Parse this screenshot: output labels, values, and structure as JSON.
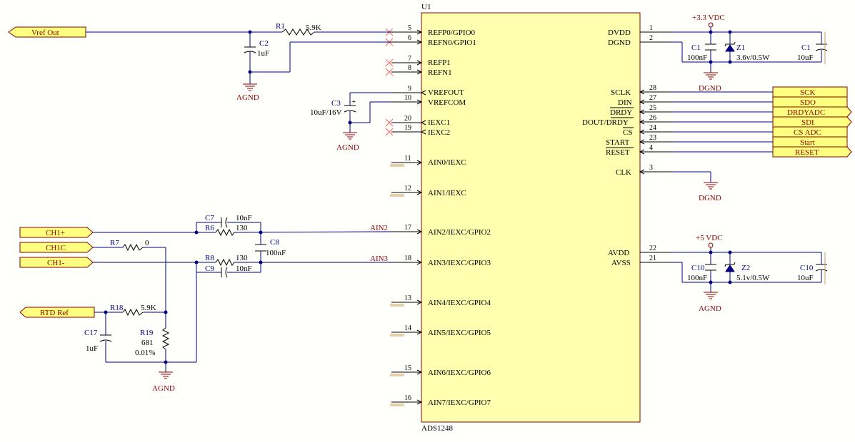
{
  "ic": {
    "designator": "U1",
    "part": "ADS1248",
    "left_pins": [
      {
        "num": "5",
        "label": "REFP0/GPIO0"
      },
      {
        "num": "6",
        "label": "REFN0/GPIO1"
      },
      {
        "num": "7",
        "label": "REFP1"
      },
      {
        "num": "8",
        "label": "REFN1"
      },
      {
        "num": "9",
        "label": "VREFOUT"
      },
      {
        "num": "10",
        "label": "VREFCOM"
      },
      {
        "num": "20",
        "label": "IEXC1"
      },
      {
        "num": "19",
        "label": "IEXC2"
      },
      {
        "num": "11",
        "label": "AIN0/IEXC"
      },
      {
        "num": "12",
        "label": "AIN1/IEXC"
      },
      {
        "num": "17",
        "label": "AIN2/IEXC/GPIO2"
      },
      {
        "num": "18",
        "label": "AIN3/IEXC/GPIO3"
      },
      {
        "num": "13",
        "label": "AIN4/IEXC/GPIO4"
      },
      {
        "num": "14",
        "label": "AIN5/IEXC/GPIO5"
      },
      {
        "num": "15",
        "label": "AIN6/IEXC/GPIO6"
      },
      {
        "num": "16",
        "label": "AIN7/IEXC/GPIO7"
      }
    ],
    "right_pins": [
      {
        "num": "1",
        "label": "DVDD"
      },
      {
        "num": "2",
        "label": "DGND"
      },
      {
        "num": "28",
        "label": "SCLK"
      },
      {
        "num": "27",
        "label": "DIN"
      },
      {
        "num": "25",
        "label": "DRDY"
      },
      {
        "num": "26",
        "label": "DOUT/DRDY"
      },
      {
        "num": "24",
        "label": "CS"
      },
      {
        "num": "23",
        "label": "START"
      },
      {
        "num": "4",
        "label": "RESET"
      },
      {
        "num": "3",
        "label": "CLK"
      },
      {
        "num": "22",
        "label": "AVDD"
      },
      {
        "num": "21",
        "label": "AVSS"
      }
    ]
  },
  "ports_left": [
    {
      "label": "Vref Out"
    },
    {
      "label": "CH1+"
    },
    {
      "label": "CH1C"
    },
    {
      "label": "CH1-"
    },
    {
      "label": "RTD Ref"
    }
  ],
  "ports_right": [
    {
      "label": "SCK"
    },
    {
      "label": "SDO"
    },
    {
      "label": "DRDYADC"
    },
    {
      "label": "SDI"
    },
    {
      "label": "CS ADC"
    },
    {
      "label": "Start"
    },
    {
      "label": "RESET"
    }
  ],
  "net_labels": {
    "ain2": "AIN2",
    "ain3": "AIN3"
  },
  "power": {
    "vdd33": "+3.3 VDC",
    "vdd5": "+5 VDC",
    "agnd": "AGND",
    "dgnd": "DGND"
  },
  "components": {
    "r1": {
      "ref": "R1",
      "value": "5.9K"
    },
    "c2": {
      "ref": "C2",
      "value": "1uF"
    },
    "c3": {
      "ref": "C3",
      "value": "10uF/16V"
    },
    "c7": {
      "ref": "C7",
      "value": "10nF"
    },
    "r6": {
      "ref": "R6",
      "value": "130"
    },
    "c8": {
      "ref": "C8",
      "value": "100nF"
    },
    "r7": {
      "ref": "R7",
      "value": "0"
    },
    "r8": {
      "ref": "R8",
      "value": "130"
    },
    "c9": {
      "ref": "C9",
      "value": "10nF"
    },
    "r18": {
      "ref": "R18",
      "value": "5.9K"
    },
    "c17": {
      "ref": "C17",
      "value": "1uF"
    },
    "r19": {
      "ref": "R19",
      "value": "681",
      "tol": "0.01%"
    },
    "c1a": {
      "ref": "C1",
      "value": "100nF"
    },
    "z1": {
      "ref": "Z1",
      "value": "3.6v/0.5W"
    },
    "c1b": {
      "ref": "C1",
      "value": "10uF"
    },
    "c10a": {
      "ref": "C10",
      "value": "100nF"
    },
    "z2": {
      "ref": "Z2",
      "value": "5.1v/0.5W"
    },
    "c10b": {
      "ref": "C10",
      "value": "10uF"
    }
  },
  "colors": {
    "wire": "#000080",
    "ic_fill": "#ffffb0",
    "port_fill": "#ffff80",
    "power_text": "#8b0000"
  }
}
